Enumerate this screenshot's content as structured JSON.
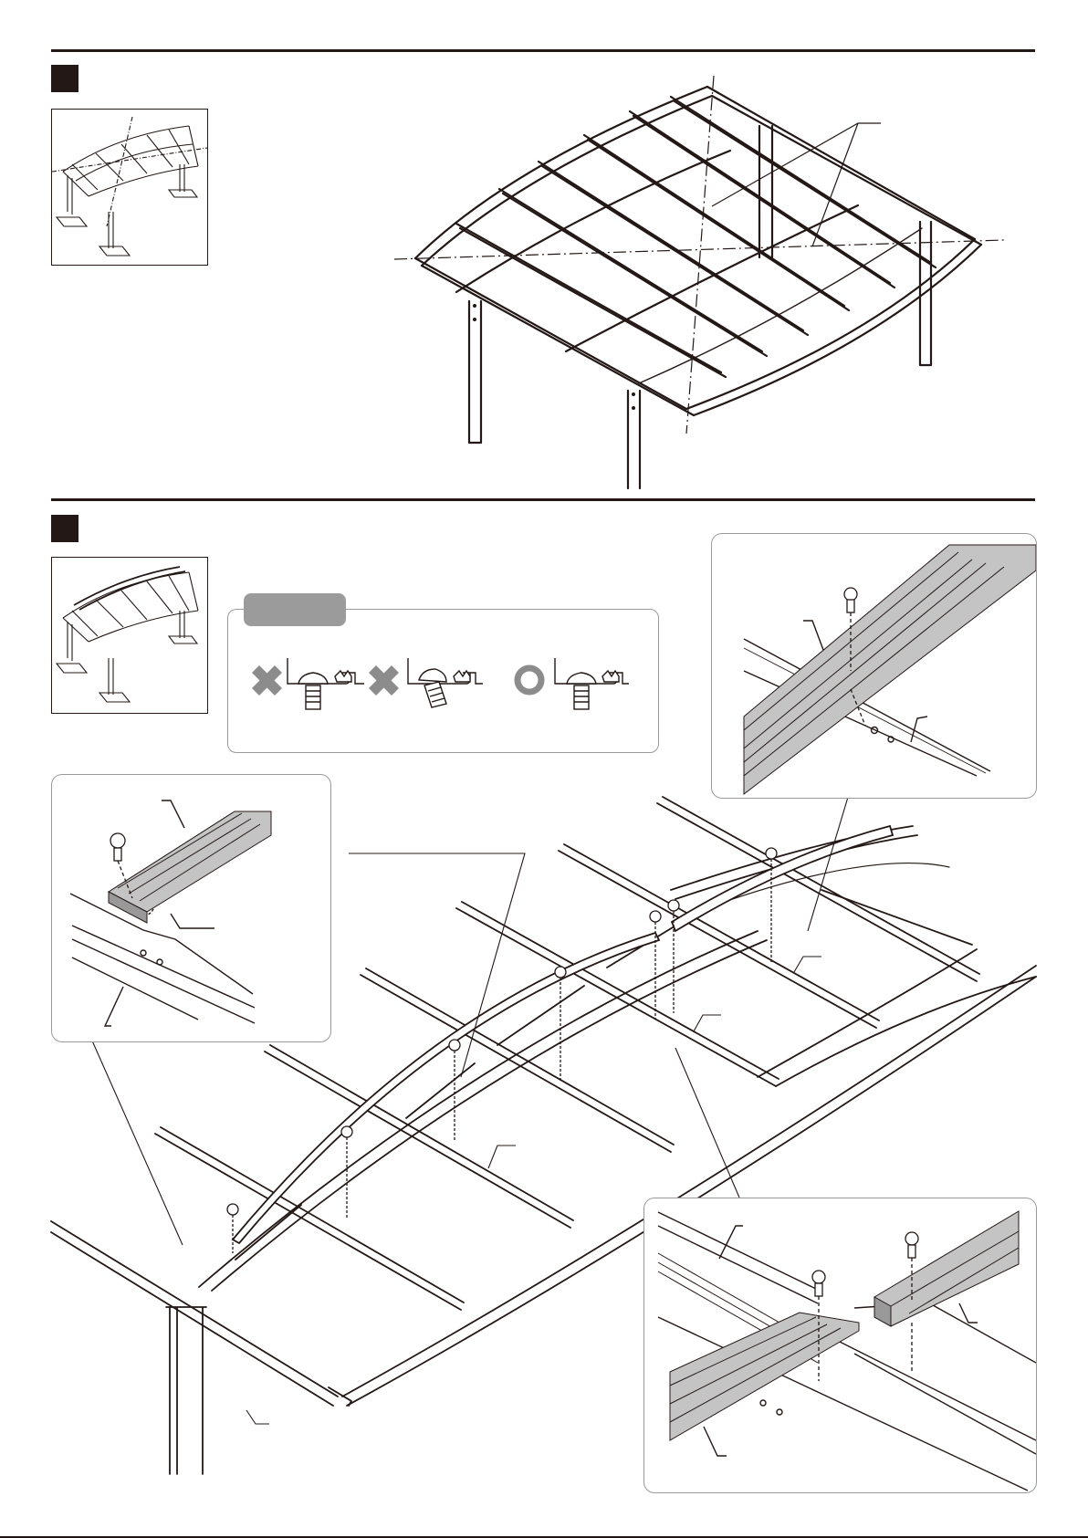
{
  "steps": [
    {
      "id": "step-a",
      "marker": "",
      "title": ""
    },
    {
      "id": "step-b",
      "marker": "",
      "title": ""
    }
  ],
  "notice": {
    "tab_label": "",
    "items": [
      {
        "mark": "cross-mark",
        "meaning": "incorrect"
      },
      {
        "mark": "cross-mark",
        "meaning": "incorrect"
      },
      {
        "mark": "circle-mark",
        "meaning": "correct"
      }
    ]
  },
  "icons": [
    "screw-icon",
    "cross-mark-icon",
    "circle-mark-icon"
  ],
  "colors": {
    "ink": "#231815",
    "callout_border": "#9a9a9a",
    "notice_tab": "#9b9b9b",
    "rail_fill": "#b5b5b5"
  }
}
